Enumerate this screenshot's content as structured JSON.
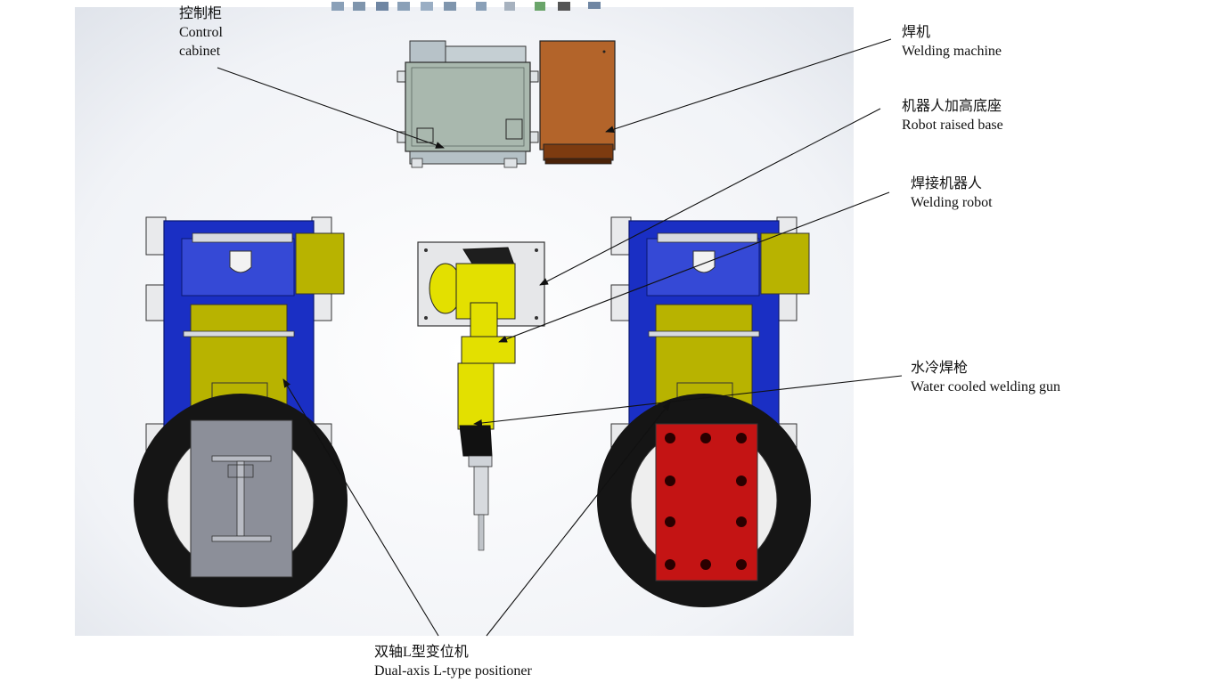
{
  "labels": {
    "control_cabinet": {
      "zh": "控制柜",
      "en_1": "Control",
      "en_2": "cabinet"
    },
    "welding_machine": {
      "zh": "焊机",
      "en": "Welding machine"
    },
    "robot_raised_base": {
      "zh": "机器人加高底座",
      "en": "Robot raised base"
    },
    "welding_robot": {
      "zh": "焊接机器人",
      "en": "Welding robot"
    },
    "water_cooled_gun": {
      "zh": "水冷焊枪",
      "en": "Water cooled welding gun"
    },
    "positioner": {
      "zh": "双轴L型变位机",
      "en": "Dual-axis L-type positioner"
    }
  },
  "colors": {
    "frame_blue": "#1a2fc4",
    "plate_olive": "#b8b300",
    "robot_yellow": "#e3e000",
    "cabinet_grey": "#a9b8ae",
    "welder_brown": "#b3642a",
    "fixture_red": "#c41414",
    "turntable_black": "#151515",
    "fixture_grey": "#8c8f99"
  }
}
